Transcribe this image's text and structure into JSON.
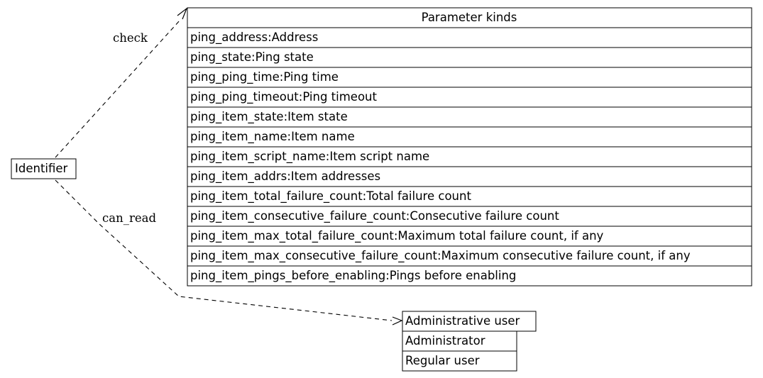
{
  "nodes": {
    "identifier": {
      "label": "Identifier"
    },
    "parameter_kinds": {
      "title": "Parameter kinds",
      "rows": [
        "ping_address:Address",
        "ping_state:Ping state",
        "ping_ping_time:Ping time",
        "ping_ping_timeout:Ping timeout",
        "ping_item_state:Item state",
        "ping_item_name:Item name",
        "ping_item_script_name:Item script name",
        "ping_item_addrs:Item addresses",
        "ping_item_total_failure_count:Total failure count",
        "ping_item_consecutive_failure_count:Consecutive failure count",
        "ping_item_max_total_failure_count:Maximum total failure count, if any",
        "ping_item_max_consecutive_failure_count:Maximum consecutive failure count, if any",
        "ping_item_pings_before_enabling:Pings before enabling"
      ]
    },
    "administrative_user": {
      "title": "Administrative user",
      "rows": [
        "Administrator",
        "Regular user"
      ]
    }
  },
  "edges": {
    "check": {
      "label": "check"
    },
    "can_read": {
      "label": "can_read"
    }
  }
}
